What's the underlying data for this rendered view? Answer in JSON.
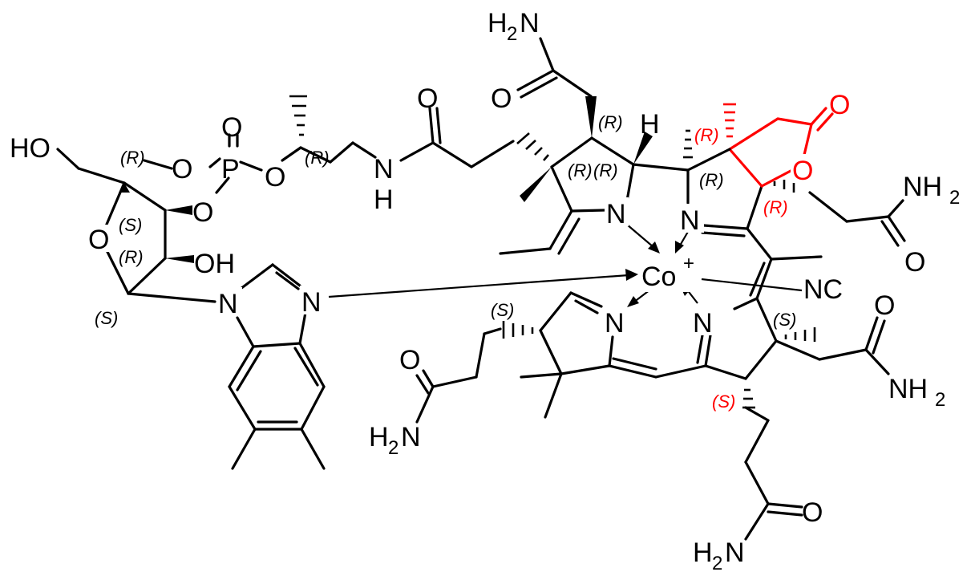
{
  "atoms": {
    "co": "Co",
    "co_charge": "+",
    "nc": "NC",
    "n_a": "N",
    "n_b": "N",
    "n_c": "N",
    "n_d": "N",
    "n_im1": "N",
    "n_im2": "N",
    "h": "H",
    "ho": "HO",
    "oh": "OH",
    "o_ribose": "O",
    "o_p1": "O",
    "o_p2": "O",
    "o_p3": "O",
    "o_p4": "O",
    "p": "P",
    "nh_n": "N",
    "nh_h": "H",
    "o_amide_link": "O",
    "o_amide_a": "O",
    "o_lactone_ring": "O",
    "o_lactone_co": "O",
    "o_amide_right": "O",
    "o_amide_bl": "O",
    "o_amide_br": "O",
    "o_amide_bottom": "O",
    "amine_top": "H",
    "amine_top_sub": "2",
    "amine_top_n": "N",
    "amine_right_n": "NH",
    "amine_right_sub": "2",
    "amine_br_n": "NH",
    "amine_br_sub": "2",
    "amine_bl": "H",
    "amine_bl_sub": "2",
    "amine_bl_n": "N",
    "amine_bottom": "H",
    "amine_bottom_sub": "2",
    "amine_bottom_n": "N"
  },
  "stereo": {
    "s1": "(R)",
    "s2": "(R)",
    "s3": "(R)",
    "s4": "(R)",
    "s5": "(R)",
    "s6": "(R)",
    "s7": "(R)",
    "s8": "(S)",
    "s9": "(S)",
    "s10": "(S)",
    "s11": "(S)",
    "s12": "(R)",
    "s13": "(S)",
    "s14": "(R)"
  },
  "colors": {
    "bond": "#000000",
    "highlight": "#ff0000"
  }
}
